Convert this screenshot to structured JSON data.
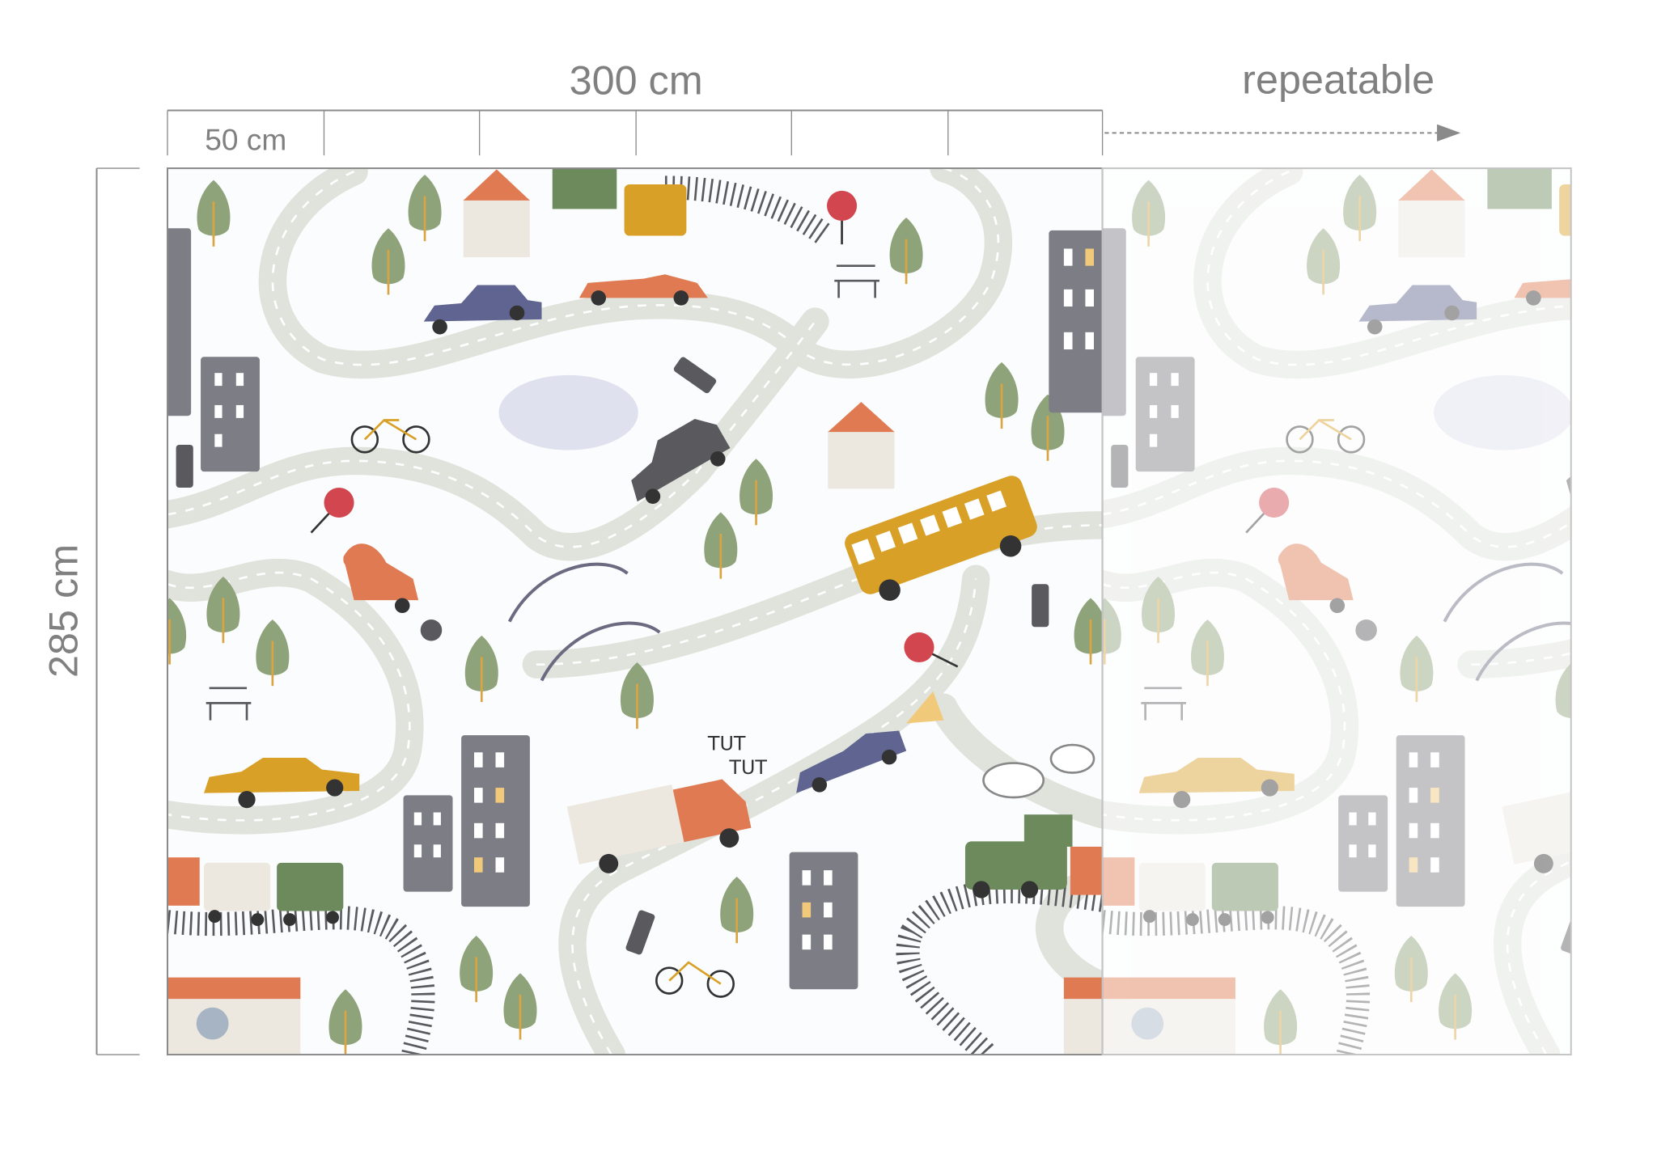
{
  "dimensions": {
    "width_label": "300 cm",
    "segment_label": "50 cm",
    "height_label": "285 cm",
    "repeat_label": "repeatable"
  },
  "artwork": {
    "sound_text_1": "TUT",
    "sound_text_2": "TUT"
  },
  "colors": {
    "label_gray": "#808080",
    "road": "#dfe3dc",
    "tree": "#8fa37a",
    "building": "#7d7d85",
    "roof": "#e07a52",
    "bus": "#d9a028"
  }
}
